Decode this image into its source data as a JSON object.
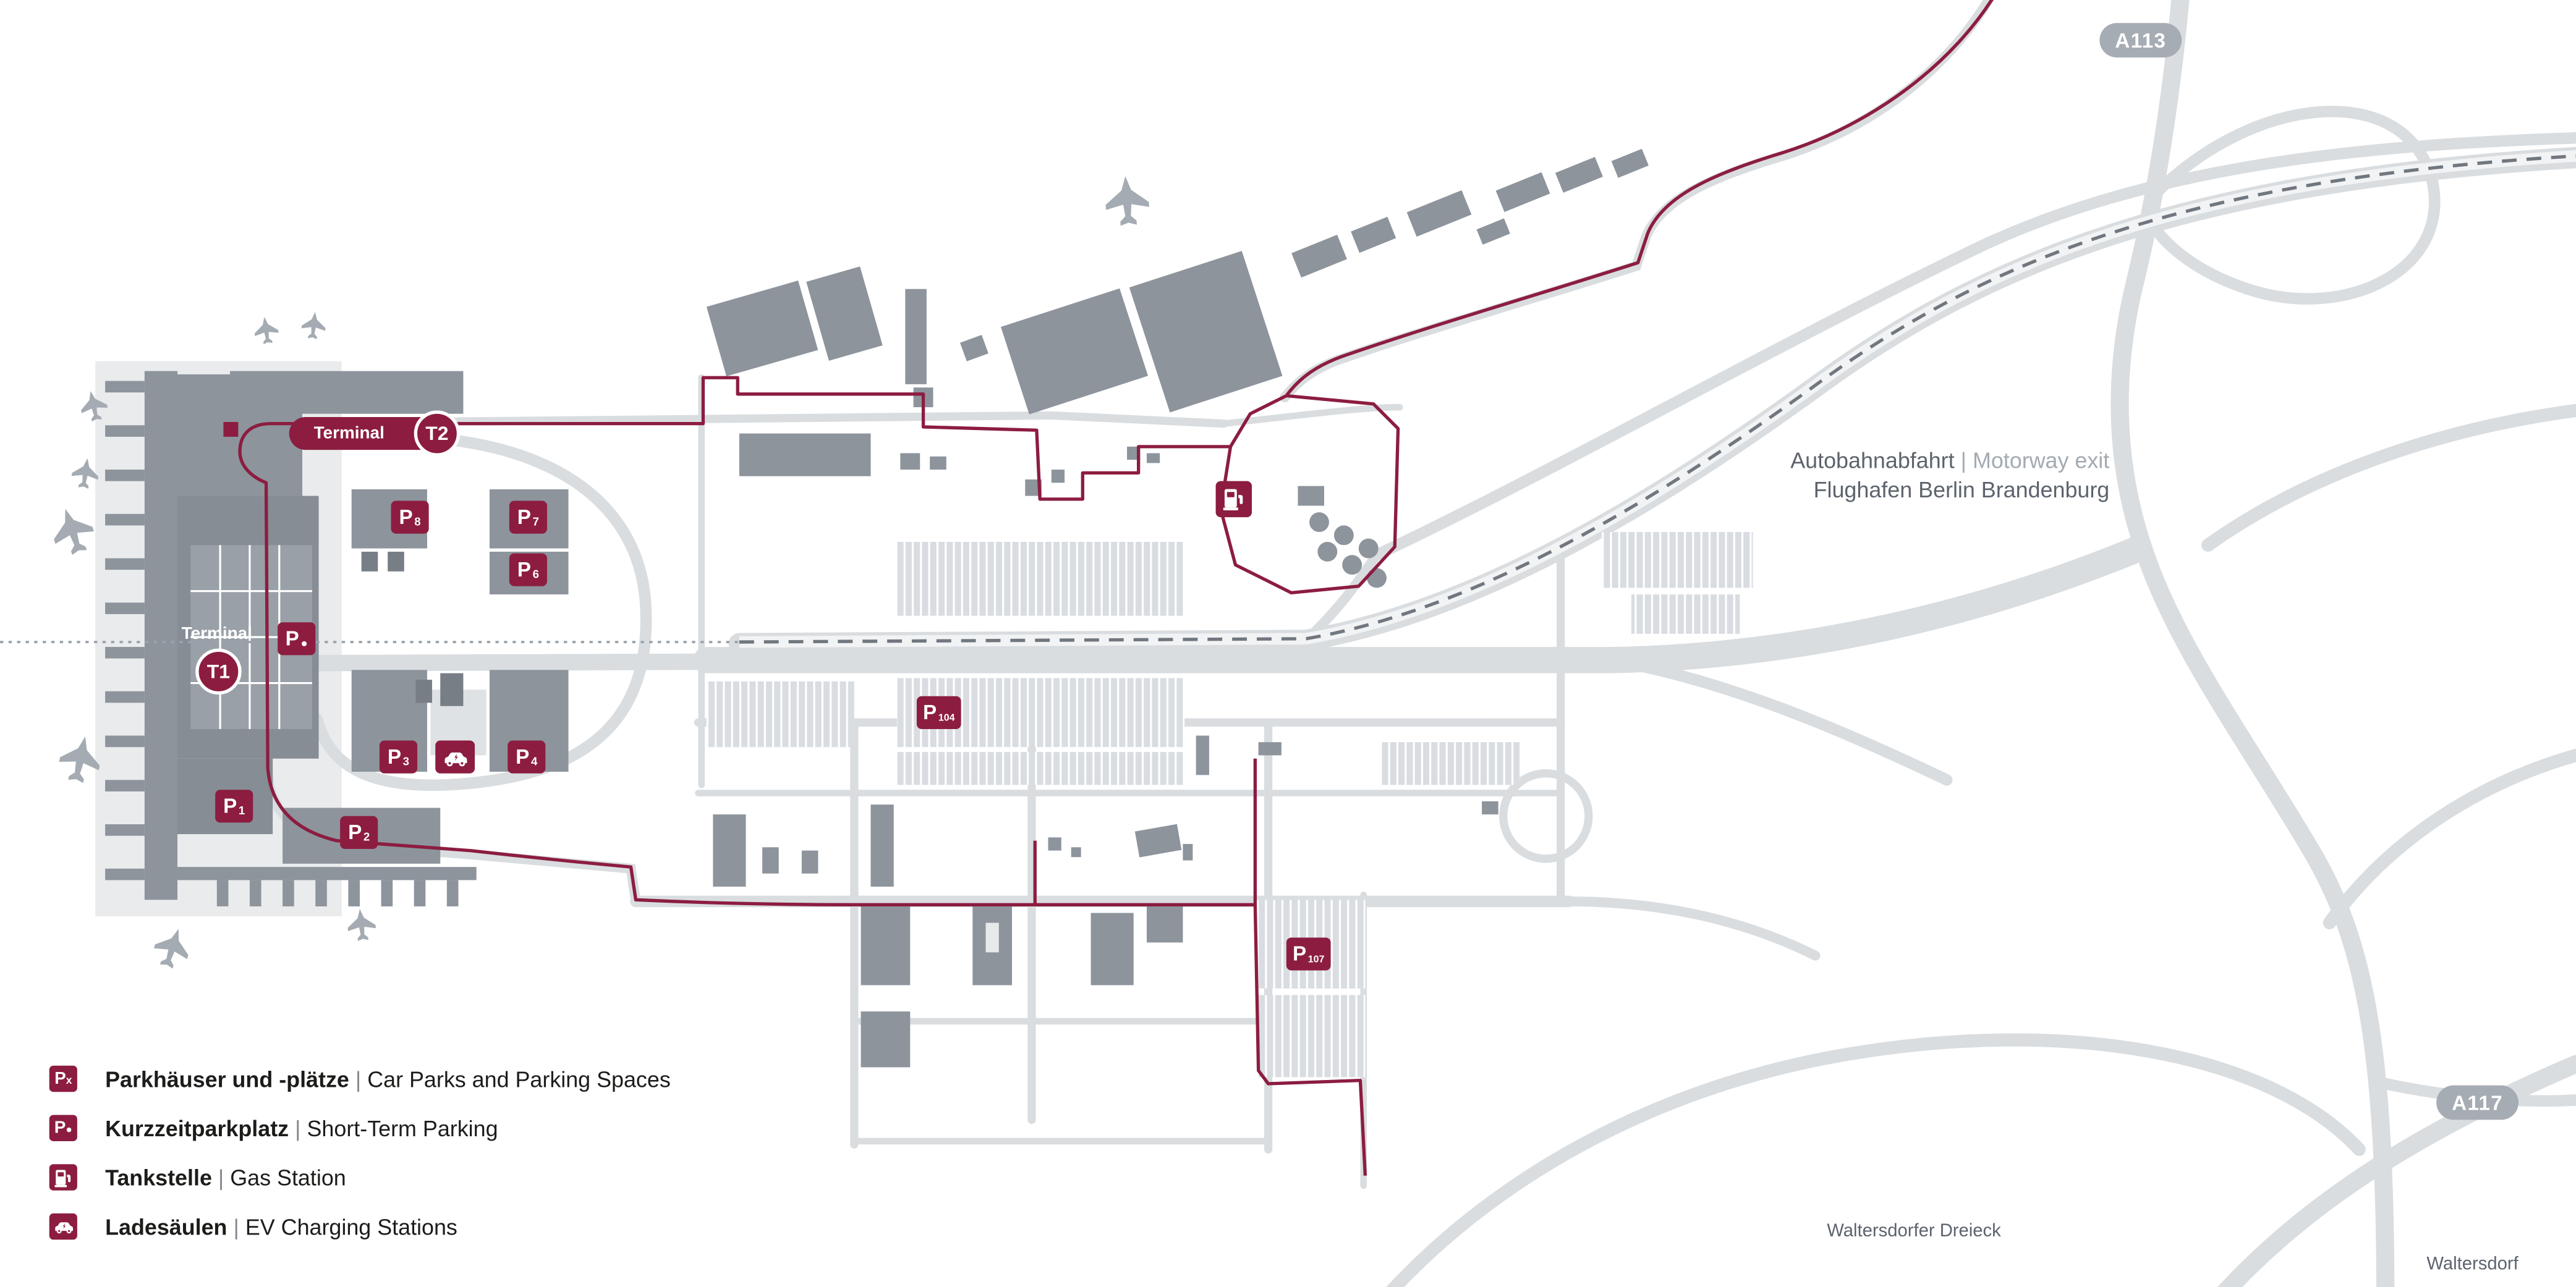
{
  "colors": {
    "accent": "#8c1d40"
  },
  "road_badges": {
    "a113": "A113",
    "a117": "A117"
  },
  "terminals": {
    "t1": {
      "label": "Terminal",
      "code": "T1"
    },
    "t2": {
      "label": "Terminal",
      "code": "T2"
    }
  },
  "parking": {
    "p1": {
      "p": "P",
      "sub": "1"
    },
    "p2": {
      "p": "P",
      "sub": "2"
    },
    "p3": {
      "p": "P",
      "sub": "3"
    },
    "p4": {
      "p": "P",
      "sub": "4"
    },
    "p6": {
      "p": "P",
      "sub": "6"
    },
    "p7": {
      "p": "P",
      "sub": "7"
    },
    "p8": {
      "p": "P",
      "sub": "8"
    },
    "p104": {
      "p": "P",
      "sub": "104"
    },
    "p107": {
      "p": "P",
      "sub": "107"
    },
    "kurzzeit": {
      "p": "P",
      "sub": "●"
    }
  },
  "annotations": {
    "divider": "|",
    "motorway_exit_de": "Autobahnabfahrt",
    "motorway_exit_en": "Motorway exit",
    "motorway_exit_name": "Flughafen Berlin Brandenburg",
    "waltersdorfer_dreieck": "Waltersdorfer Dreieck",
    "waltersdorf": "Waltersdorf"
  },
  "legend": {
    "items": [
      {
        "icon": "car-parks-icon",
        "icon_p": "P",
        "icon_sub": "x",
        "de": "Parkhäuser und -plätze",
        "en": "Car Parks and Parking Spaces"
      },
      {
        "icon": "short-term-parking-icon",
        "icon_p": "P",
        "icon_sub": "●",
        "de": "Kurzzeitparkplatz",
        "en": "Short-Term Parking"
      },
      {
        "icon": "gas-station-icon",
        "de": "Tankstelle",
        "en": "Gas Station"
      },
      {
        "icon": "ev-charging-icon",
        "de": "Ladesäulen",
        "en": "EV Charging Stations"
      }
    ]
  }
}
